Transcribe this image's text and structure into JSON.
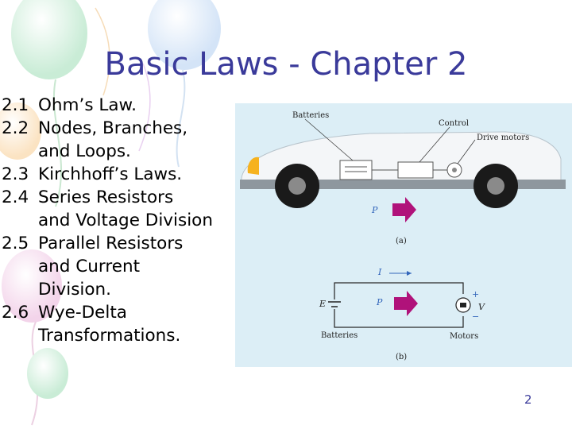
{
  "slide": {
    "title": "Basic Laws - Chapter 2",
    "page_number": "2"
  },
  "outline": [
    {
      "num": "2.1",
      "line1": "Ohm’s Law.",
      "line2": ""
    },
    {
      "num": "2.2",
      "line1": "Nodes, Branches,",
      "line2": "and Loops."
    },
    {
      "num": "2.3",
      "line1": "Kirchhoff’s Laws.",
      "line2": ""
    },
    {
      "num": "2.4",
      "line1": "Series Resistors",
      "line2": "and Voltage Division"
    },
    {
      "num": "2.5",
      "line1": "Parallel Resistors",
      "line2": "and Current Division."
    },
    {
      "num": "2.6",
      "line1": "Wye-Delta",
      "line2": "Transformations."
    }
  ],
  "figure": {
    "labels": {
      "batteries_top": "Batteries",
      "control": "Control",
      "drive_motors": "Drive motors",
      "p_top": "P",
      "caption_a": "(a)",
      "current": "I",
      "emf": "E",
      "p_bottom": "P",
      "plus": "+",
      "voltage": "V",
      "minus": "−",
      "batteries_bottom": "Batteries",
      "motors": "Motors",
      "caption_b": "(b)"
    },
    "colors": {
      "background": "#dceef6",
      "arrow": "#b0127a",
      "title": "#3a3a9a"
    }
  }
}
